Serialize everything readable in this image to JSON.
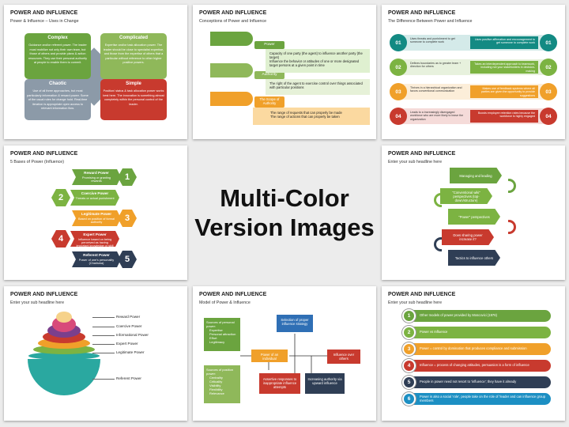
{
  "colors": {
    "green": "#6ba43f",
    "gray": "#8c9aa8",
    "red": "#c83a2e",
    "orange": "#f0a02a",
    "purple": "#7b3f8c",
    "navy": "#2f3e55",
    "blue": "#2f6fb5",
    "cyan": "#1c8fc3",
    "teal": "#138a83",
    "lime": "#7cb342"
  },
  "center": {
    "line1": "Multi-Color",
    "line2": "Version Images"
  },
  "s1": {
    "title": "POWER AND INFLUENCE",
    "subtitle": "Power & Influence – Uses in Change",
    "boxes": [
      {
        "title": "Complex",
        "body": "Guidance and/or referent power. The leader must mobilize not only their own team, but those of others and provide plans & action resources. They use their personal authority at people to enable them to commit."
      },
      {
        "title": "Complicated",
        "body": "Expertise and/or task allocation power. The leader should be close to specialist expertise, and those from the expertise of others that a particular without reference to other higher positive powers."
      },
      {
        "title": "Chaotic",
        "body": "Use of all three approaches, but most particularly information & reward power. Some of the usual rules for change hold. Real-time iteration is appropriate open access to relevant information flow."
      },
      {
        "title": "Simple",
        "body": "Position/ status & task allocation power works best here. The innovation is something almost completely within the personal control of the leader."
      }
    ]
  },
  "s2": {
    "title": "POWER AND INFLUENCE",
    "subtitle": "Conceptions of Power and Influence",
    "tabs": [
      "Power",
      "Authority",
      "The Scope of Authority"
    ],
    "rows": [
      [
        "Capacity of one party (the agent) to influence another party (the target)",
        "Influence the behavior or attitudes of one or more designated target persons at a given point in time"
      ],
      [
        "The right of the agent to exercise control over things associated with particular positions"
      ],
      [
        "The range of requests that can properly be made",
        "The range of actions that can properly be taken"
      ]
    ]
  },
  "s3": {
    "title": "POWER AND INFLUENCE",
    "subtitle": "The Difference Between Power and Influence",
    "nums": [
      "01",
      "02",
      "03",
      "04"
    ],
    "left": [
      "Uses threats and punishment to get someone to complete work",
      "Defines boundaries as to greater team + direction for others",
      "Thrives in a hierarchical organization and favors conventional communication",
      "Leads to a increasingly disengaged workforce who are more likely to leave the organization"
    ],
    "right": [
      "Uses positive affirmation and encouragement to get someone to complete work",
      "Takes an interdependent approach to teamwork, including not your stakeholders in decision-making",
      "Makes use of feedback systems where all parties are given the opportunity to provide suggestions",
      "Boosts employee retention rates because the workforce is highly engaged"
    ]
  },
  "s4": {
    "title": "POWER AND INFLUENCE",
    "subtitle": "5 Bases of Power (Influence)",
    "items": [
      {
        "num": "1",
        "title": "Reward Power",
        "body": "Promising or granting rewards"
      },
      {
        "num": "2",
        "title": "Coercive Power",
        "body": "Threats or actual punishment"
      },
      {
        "num": "3",
        "title": "Legitimate Power",
        "body": "Based on position of formal authority"
      },
      {
        "num": "4",
        "title": "Expert Power",
        "body": "Influence based on being perceived as having important knowledge or skill"
      },
      {
        "num": "5",
        "title": "Referent Power",
        "body": "Power of one's personality (Charisma)"
      }
    ]
  },
  "s6": {
    "title": "POWER AND INFLUENCE",
    "subtitle": "Enter your sub headline here",
    "items": [
      "Managing and leading",
      "\"Conventional wiki\" perspectives (top-down/structure)",
      "\"Power\" perspectives",
      "Does sharing power increase it?",
      "Tactics to influence others"
    ]
  },
  "s7": {
    "title": "POWER AND INFLUENCE",
    "subtitle": "Enter your sub headline here",
    "labels": [
      "Reward Power",
      "Coercive Power",
      "Informational Power",
      "Expert Power",
      "Legitimate Power",
      "Referent Power"
    ]
  },
  "s8": {
    "title": "POWER AND INFLUENCE",
    "subtitle": "Model of Power & Influence",
    "sources_title": "Sources of personal power:",
    "sources": [
      "Expertise",
      "Personal attraction",
      "Effort",
      "Legitimacy"
    ],
    "position_title": "Sources of position power:",
    "position": [
      "Centrality",
      "Criticality",
      "Visibility",
      "Flexibility",
      "Relevance"
    ],
    "selection": "Selection of proper influence strategy",
    "individual": "Power of an individual",
    "influence": "Influence over others",
    "assertive": "Assertive responses to inappropriate influence attempts",
    "authority": "Increasing authority via upward influence"
  },
  "s9": {
    "title": "POWER AND INFLUENCE",
    "subtitle": "Enter your sub headline here",
    "items": [
      {
        "num": "1",
        "text": "Other models of power provided by Moscovici (1976)"
      },
      {
        "num": "2",
        "text": "Power vs Influence"
      },
      {
        "num": "3",
        "text": "Power = control by domination that produces compliance and submission"
      },
      {
        "num": "4",
        "text": "Influence = process of changing attitudes, persuasion is a form of influence"
      },
      {
        "num": "5",
        "text": "People in power need not resort to 'influence'; they have it already"
      },
      {
        "num": "6",
        "text": "Power is also a social 'role', people take on the role of 'leader and can influence group members"
      }
    ]
  }
}
